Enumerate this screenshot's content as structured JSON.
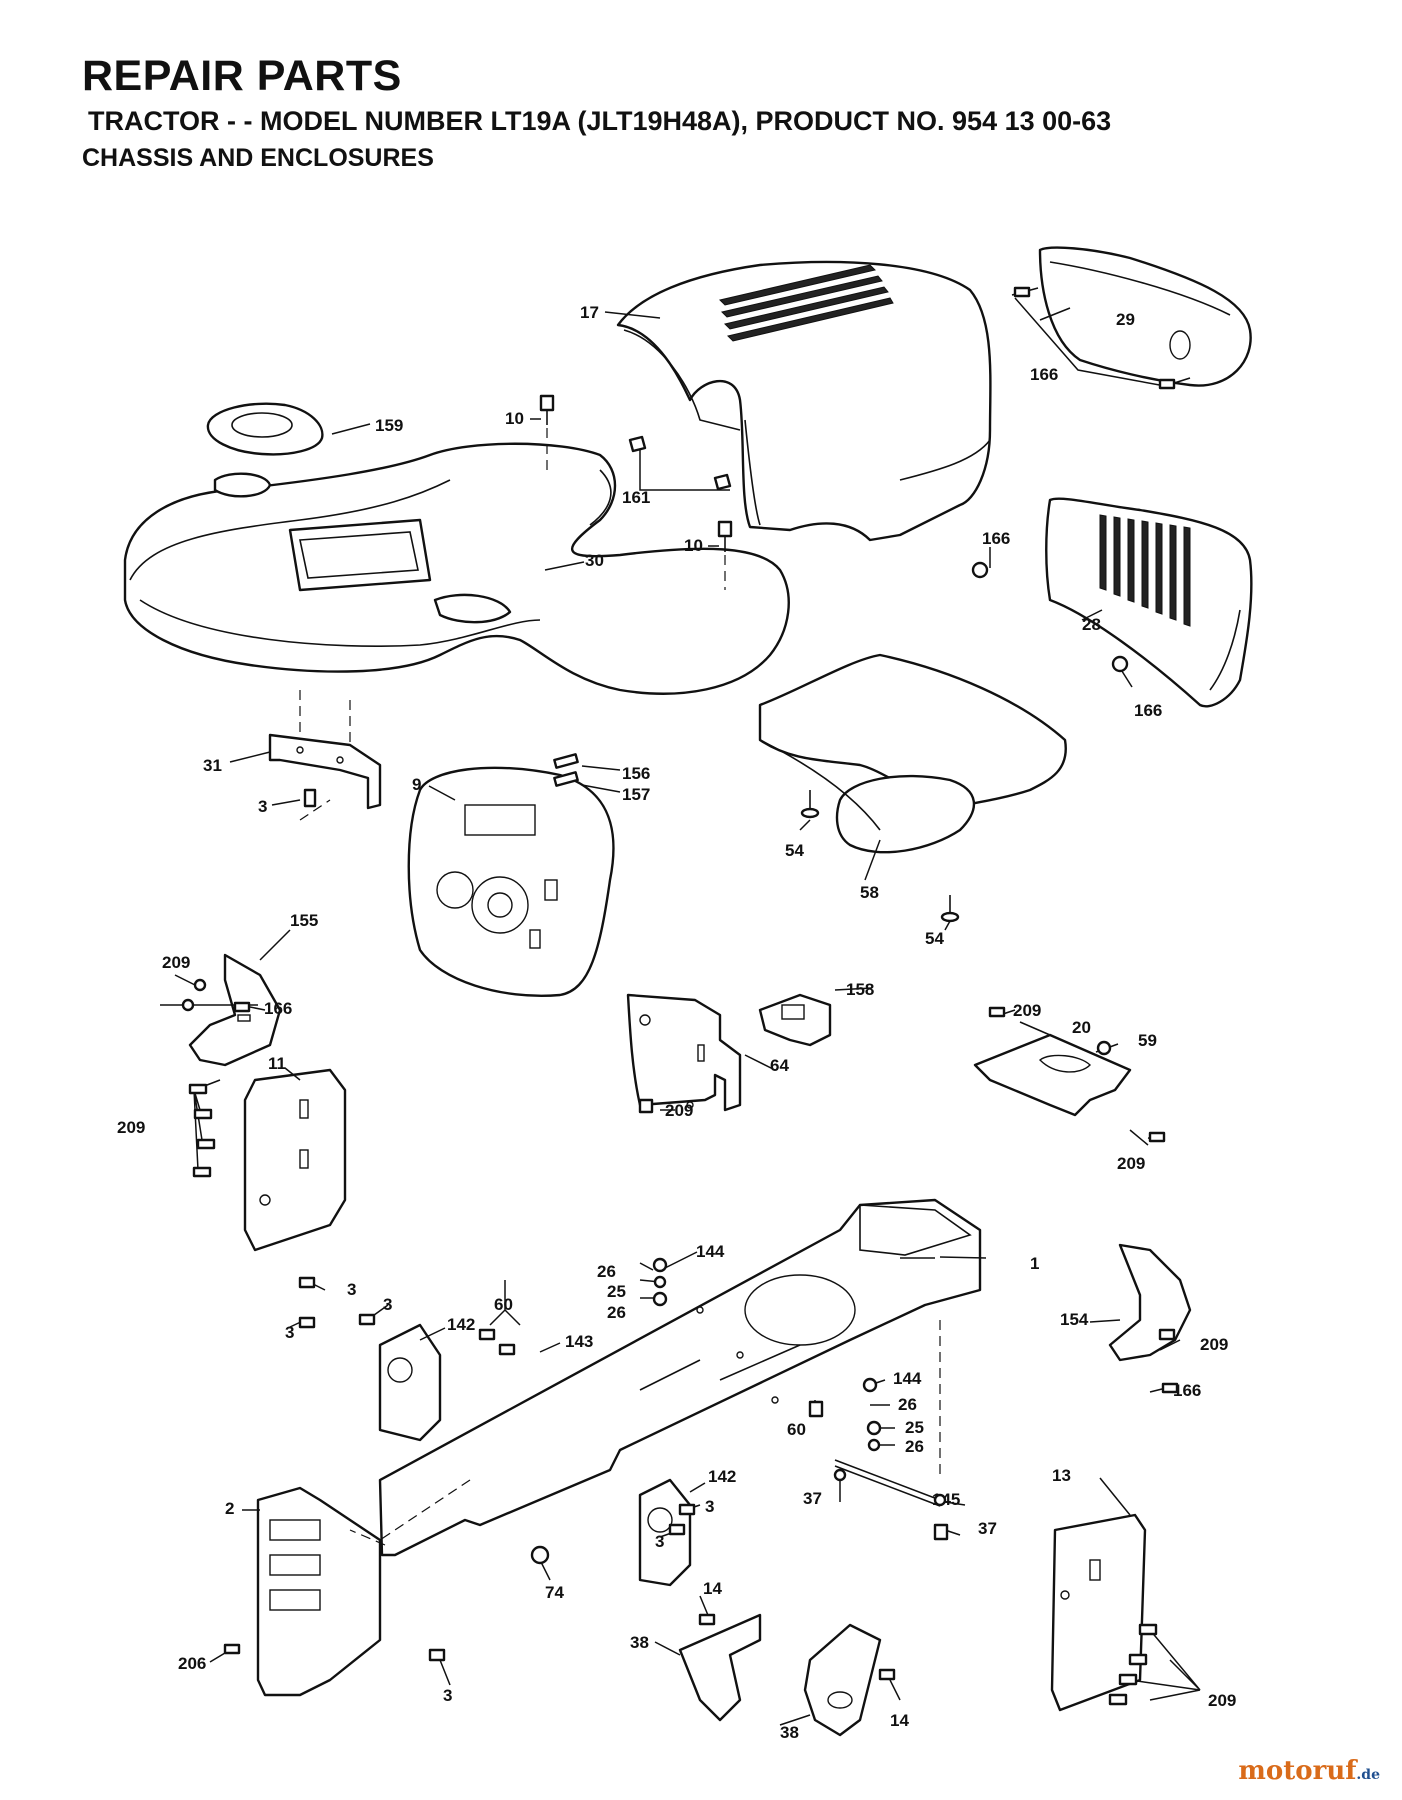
{
  "header": {
    "title": "REPAIR PARTS",
    "subtitle": "TRACTOR - - MODEL NUMBER LT19A (JLT19H48A), PRODUCT NO. 954 13 00-63",
    "section": "CHASSIS AND ENCLOSURES"
  },
  "callouts": [
    "17",
    "29",
    "166",
    "10",
    "159",
    "161",
    "30",
    "10",
    "166",
    "28",
    "166",
    "31",
    "3",
    "156",
    "157",
    "9",
    "54",
    "58",
    "54",
    "209",
    "155",
    "166",
    "158",
    "209",
    "20",
    "59",
    "64",
    "209",
    "209",
    "11",
    "209",
    "144",
    "1",
    "26",
    "25",
    "26",
    "3",
    "3",
    "3",
    "142",
    "60",
    "143",
    "154",
    "209",
    "166",
    "144",
    "26",
    "60",
    "25",
    "26",
    "142",
    "3",
    "37",
    "145",
    "37",
    "13",
    "2",
    "3",
    "74",
    "14",
    "38",
    "3",
    "206",
    "38",
    "14",
    "209"
  ],
  "watermark": {
    "brand": "motoruf",
    "tld": ".de"
  }
}
